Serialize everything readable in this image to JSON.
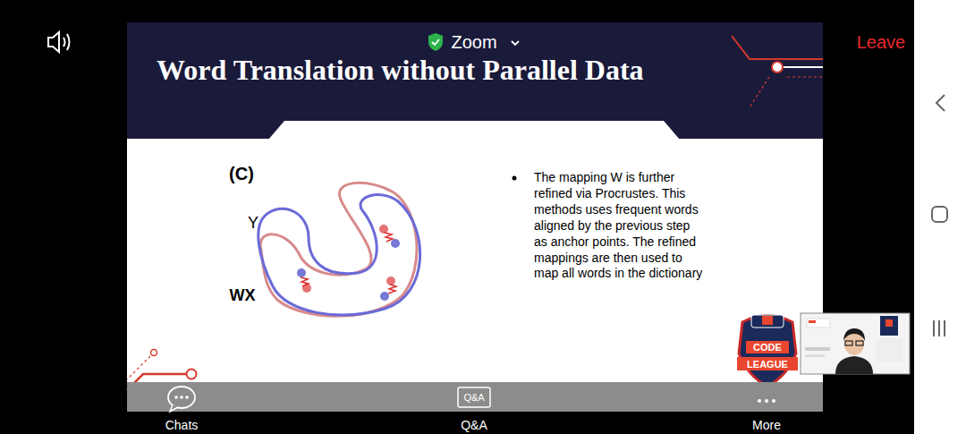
{
  "diagram": {
    "title": "Word Translation without Parallel Data",
    "labels": [
      "Zoom",
      "Leave",
      "(C)",
      "Y",
      "WX",
      "The mapping W is further refined via Procrustes. This methods uses frequent words aligned by the previous step as anchor points. The refined mappings are then used to map all words in the dictionary",
      "CODE",
      "LEAGUE",
      "Q&A",
      "Chats",
      "Q&A",
      "More"
    ]
  }
}
